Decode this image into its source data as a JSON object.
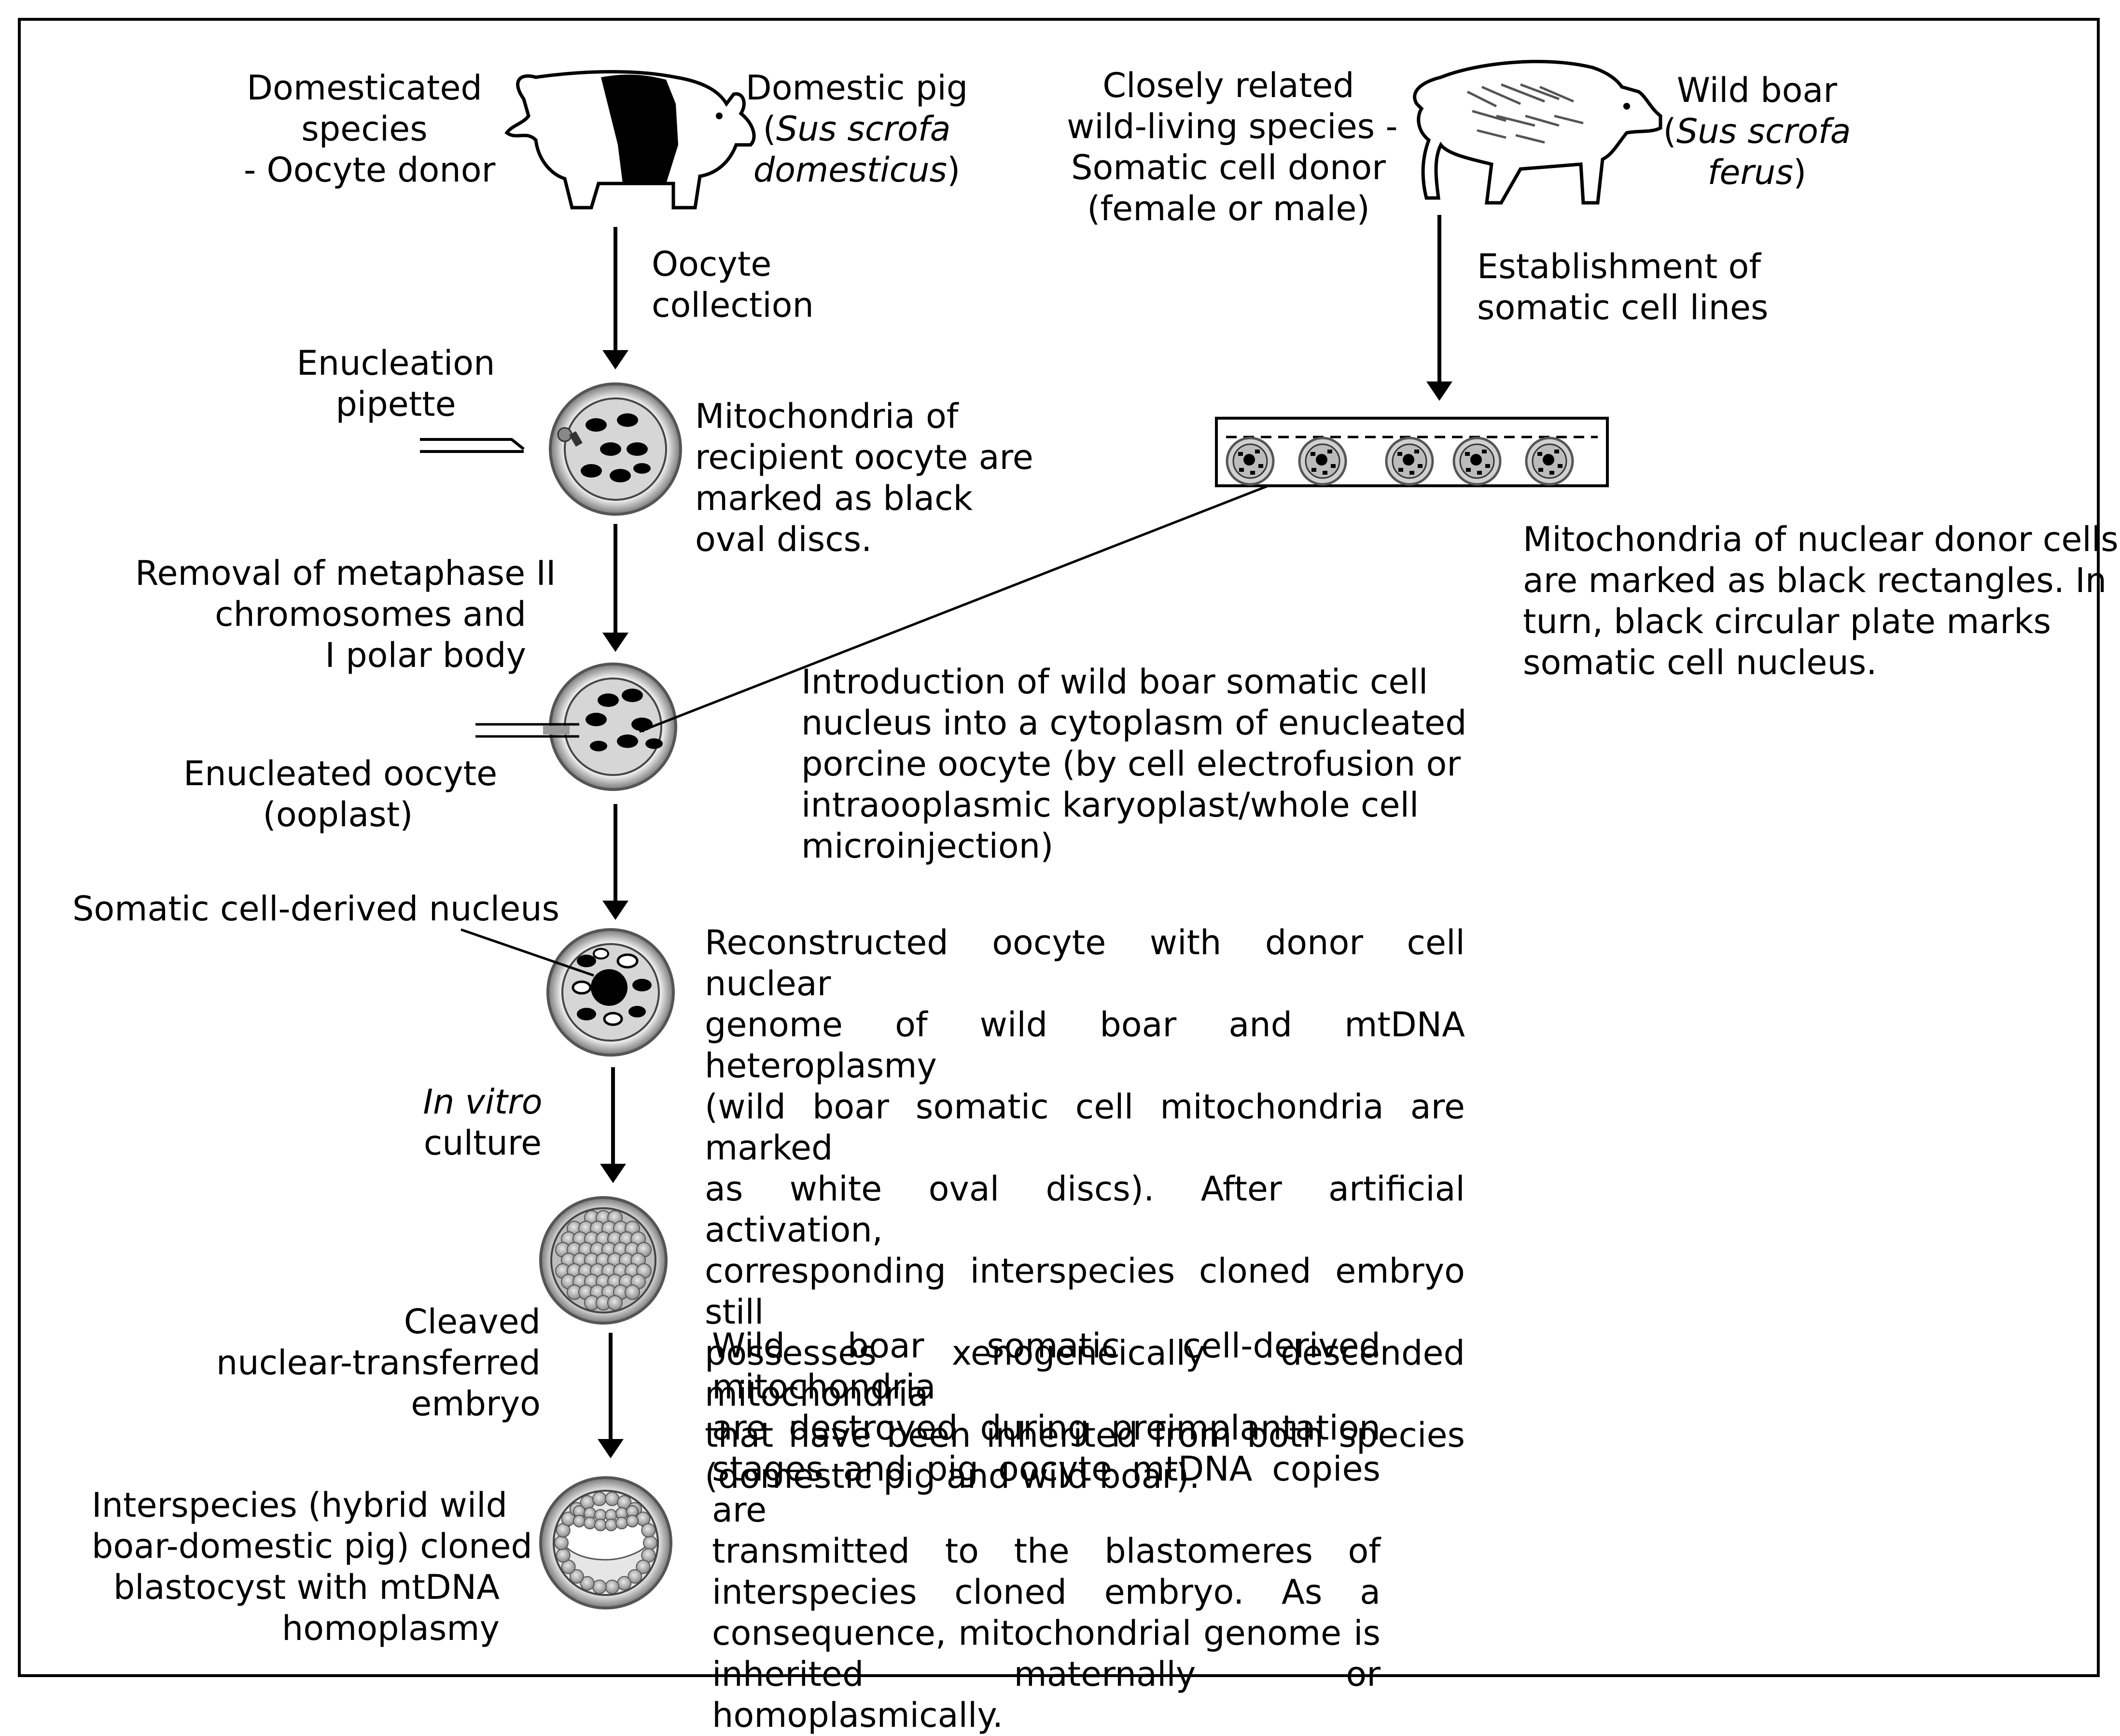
{
  "top_left": {
    "donor_label": [
      "Domesticated",
      "species",
      "- Oocyte donor"
    ],
    "pig_name": "Domestic pig",
    "pig_latin": [
      "Sus scrofa",
      "domesticus"
    ]
  },
  "top_right": {
    "donor_label": [
      "Closely related",
      "wild-living species -",
      "Somatic cell donor",
      "(female or male)"
    ],
    "boar_name": "Wild boar",
    "boar_latin": [
      "Sus scrofa",
      "ferus"
    ]
  },
  "steps": {
    "oocyte_collection": [
      "Oocyte",
      "collection"
    ],
    "cell_lines": [
      "Establishment of",
      "somatic cell lines"
    ],
    "pipette": [
      "Enucleation",
      "pipette"
    ],
    "recipient_mito": [
      "Mitochondria of",
      "recipient oocyte are",
      "marked as black",
      "oval discs."
    ],
    "donor_mito": [
      "Mitochondria of nuclear donor cells",
      "are marked as black rectangles. In",
      "turn, black circular plate marks",
      "somatic cell nucleus."
    ],
    "removal": [
      "Removal of metaphase II",
      "chromosomes and",
      "I polar body"
    ],
    "introduction": [
      "Introduction of wild boar somatic cell",
      "nucleus into a cytoplasm of enucleated",
      "porcine oocyte (by cell electrofusion or",
      "intraooplasmic karyoplast/whole cell",
      "microinjection)"
    ],
    "enucleated": [
      "Enucleated oocyte",
      "(ooplast)"
    ],
    "somatic_nucleus": "Somatic cell-derived nucleus",
    "reconstructed": [
      "Reconstructed oocyte with donor cell nuclear",
      "genome of wild boar and mtDNA heteroplasmy",
      "(wild boar somatic cell mitochondria are marked",
      "as white oval discs). After artificial activation,",
      "corresponding interspecies cloned embryo still",
      "possesses xenogeneically descended mitochondria",
      "that have been inherited from both species",
      "(domestic pig and wild boar)."
    ],
    "in_vitro": [
      "In vitro",
      "culture"
    ],
    "cleaved": [
      "Cleaved",
      "nuclear-transferred",
      "embryo"
    ],
    "destroyed": [
      "Wild boar somatic cell-derived mitochondria",
      "are destroyed during preimplantation",
      "stages and pig oocyte mtDNA copies are",
      "transmitted to the blastomeres of",
      "interspecies cloned embryo. As a",
      "consequence, mitochondrial genome is",
      "inherited maternally or homoplasmically."
    ],
    "blastocyst": [
      "Interspecies (hybrid wild",
      "boar-domestic pig) cloned",
      "blastocyst with mtDNA",
      "homoplasmy"
    ]
  }
}
